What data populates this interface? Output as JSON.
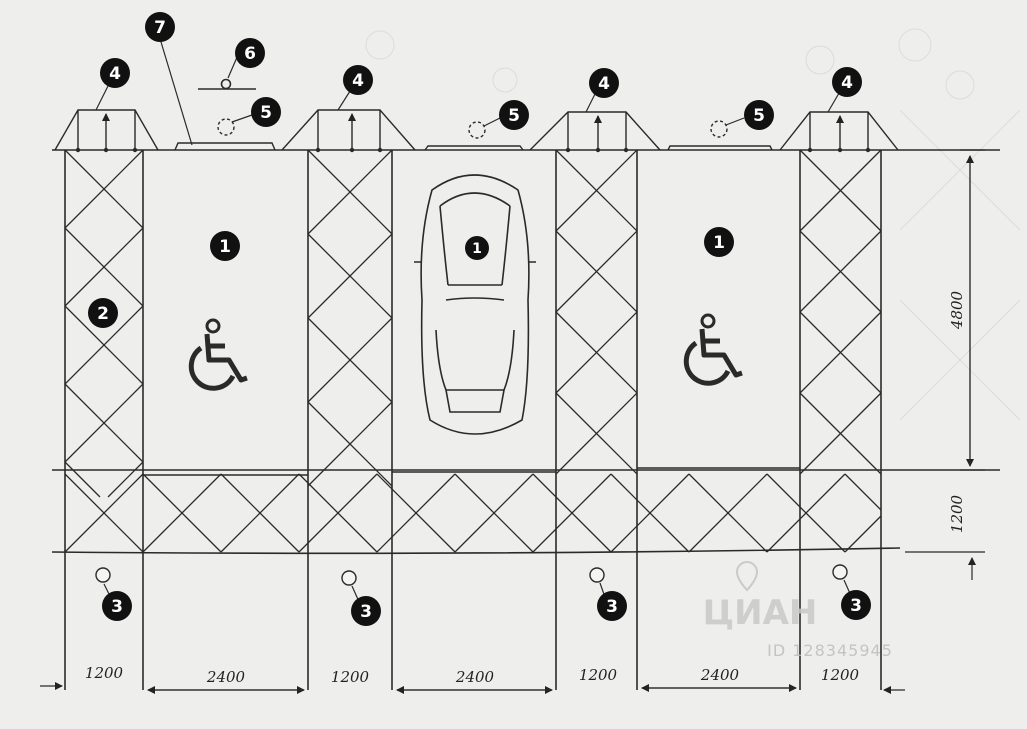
{
  "diagram": {
    "markers": [
      {
        "id": "m1a",
        "label": "1"
      },
      {
        "id": "m1b",
        "label": "1"
      },
      {
        "id": "m1c",
        "label": "1"
      },
      {
        "id": "m2",
        "label": "2"
      },
      {
        "id": "m3a",
        "label": "3"
      },
      {
        "id": "m3b",
        "label": "3"
      },
      {
        "id": "m3c",
        "label": "3"
      },
      {
        "id": "m3d",
        "label": "3"
      },
      {
        "id": "m4a",
        "label": "4"
      },
      {
        "id": "m4b",
        "label": "4"
      },
      {
        "id": "m4c",
        "label": "4"
      },
      {
        "id": "m4d",
        "label": "4"
      },
      {
        "id": "m5a",
        "label": "5"
      },
      {
        "id": "m5b",
        "label": "5"
      },
      {
        "id": "m5c",
        "label": "5"
      },
      {
        "id": "m6",
        "label": "6"
      },
      {
        "id": "m7",
        "label": "7"
      }
    ],
    "dimensions": {
      "bottom": [
        "1200",
        "2400",
        "1200",
        "2400",
        "1200",
        "2400",
        "1200"
      ],
      "right": [
        "4800",
        "1200"
      ]
    },
    "watermark": {
      "brand": "ЦИАН",
      "id_text": "ID 128345945"
    },
    "colors": {
      "line": "#2a2a2a",
      "marker_fill": "#111111",
      "background": "#eeeeec"
    }
  }
}
